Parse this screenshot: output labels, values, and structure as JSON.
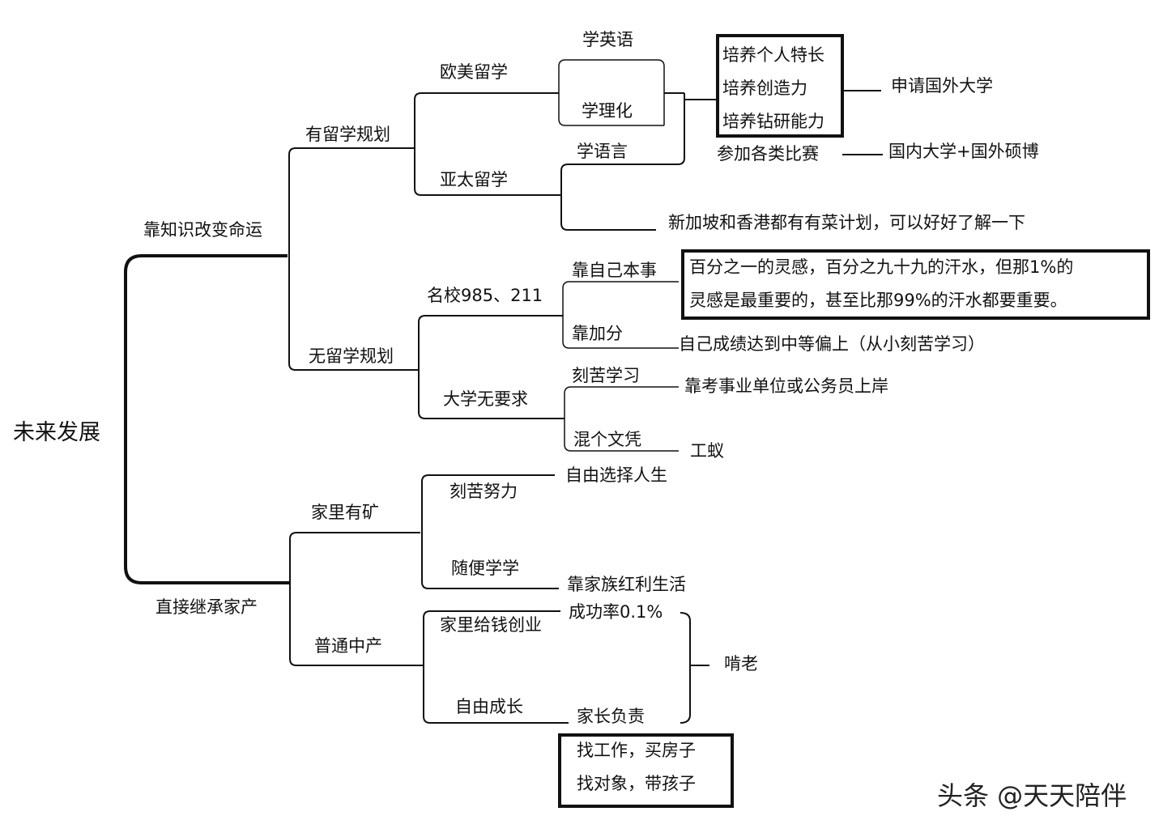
{
  "root": "未来发展",
  "branches": {
    "knowledge": "靠知识改变命运",
    "study_abroad": "有留学规划",
    "no_study_abroad": "无留学规划",
    "inherit": "直接继承家产"
  },
  "abroad": {
    "west": "欧美留学",
    "asia": "亚太留学",
    "english": "学英语",
    "science": "学理化",
    "language": "学语言",
    "box": [
      "培养个人特长",
      "培养创造力",
      "培养钻研能力"
    ],
    "apply": "申请国外大学",
    "contest": "参加各类比赛",
    "domestic_foreign": "国内大学+国外硕博",
    "sg_hk": "新加坡和香港都有有菜计划，可以好好了解一下"
  },
  "no_abroad": {
    "elite": "名校985、211",
    "no_req": "大学无要求",
    "own_skill": "靠自己本事",
    "bonus": "靠加分",
    "hard_study": "刻苦学习",
    "diploma": "混个文凭",
    "quote": [
      "百分之一的灵感，百分之九十九的汗水，但那1%的",
      "灵感是最重要的，甚至比那99%的汗水都要重要。"
    ],
    "grades": "自己成绩达到中等偏上（从小刻苦学习）",
    "civil": "靠考事业单位或公务员上岸",
    "worker": "工蚁"
  },
  "inherit": {
    "rich": "家里有矿",
    "middle": "普通中产",
    "hard_work": "刻苦努力",
    "casual": "随便学学",
    "free_choice": "自由选择人生",
    "family_dividend": "靠家族红利生活",
    "startup": "家里给钱创业",
    "success_rate": "成功率0.1%",
    "free_growth": "自由成长",
    "parents": "家长负责",
    "leech": "啃老",
    "box": [
      "找工作，买房子",
      "找对象，带孩子"
    ]
  },
  "watermark": "头条 @天天陪伴"
}
